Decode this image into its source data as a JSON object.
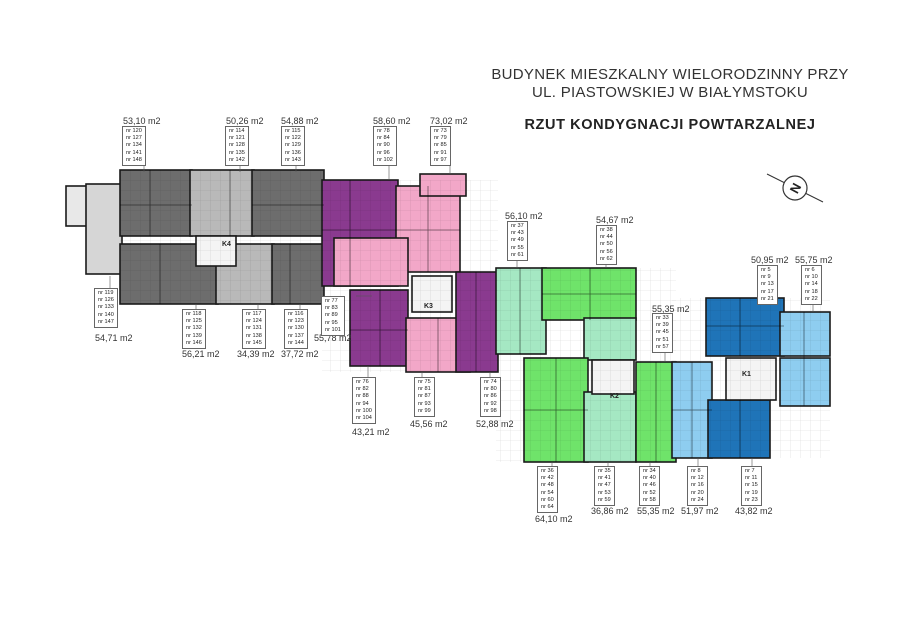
{
  "title": {
    "line1": "BUDYNEK MIESZKALNY WIELORODZINNY PRZY",
    "line2": "UL. PIASTOWSKIEJ W BIAŁYMSTOKU",
    "line3": "RZUT KONDYGNACJI POWTARZALNEJ"
  },
  "compass": {
    "label": "N",
    "icon": "north-arrow-icon"
  },
  "staircases": [
    "K1",
    "K2",
    "K3",
    "K4"
  ],
  "colors": {
    "wing_grey_dark": "#6d6d6d",
    "wing_grey_light": "#b5b5b5",
    "wing_purple": "#8a3a8f",
    "wing_pink": "#f2a7c8",
    "wing_green": "#6fe36a",
    "wing_mint": "#a5e8c3",
    "wing_blue_dark": "#1f74b8",
    "wing_blue_light": "#8ecdf0"
  },
  "areas": {
    "a01": "53,10 m2",
    "a02": "50,26 m2",
    "a03": "54,88 m2",
    "a04": "58,60 m2",
    "a05": "73,02 m2",
    "a06": "56,10 m2",
    "a07": "54,67 m2",
    "a08": "50,95 m2",
    "a09": "55,75 m2",
    "a10": "55,35 m2",
    "a11": "54,71 m2",
    "a12": "56,21 m2",
    "a13": "34,39 m2",
    "a14": "37,72 m2",
    "a15": "55,78 m2",
    "a16": "43,21 m2",
    "a17": "45,56 m2",
    "a18": "52,88 m2",
    "a19": "64,10 m2",
    "a20": "36,86 m2",
    "a21": "55,35 m2",
    "a22": "51,97 m2",
    "a23": "43,82 m2"
  },
  "unit_lists": {
    "u01": [
      "nr 120",
      "nr 127",
      "nr 134",
      "nr 141",
      "nr 148"
    ],
    "u02": [
      "nr 114",
      "nr 121",
      "nr 128",
      "nr 135",
      "nr 142"
    ],
    "u03": [
      "nr 115",
      "nr 122",
      "nr 129",
      "nr 136",
      "nr 143"
    ],
    "u04": [
      "nr 78",
      "nr 84",
      "nr 90",
      "nr 96",
      "nr 102"
    ],
    "u05": [
      "nr 73",
      "nr 79",
      "nr 85",
      "nr 91",
      "nr 97"
    ],
    "u06": [
      "nr 37",
      "nr 43",
      "nr 49",
      "nr 55",
      "nr 61"
    ],
    "u07": [
      "nr 38",
      "nr 44",
      "nr 50",
      "nr 56",
      "nr 62"
    ],
    "u08": [
      "nr 5",
      "nr 9",
      "nr 13",
      "nr 17",
      "nr 21"
    ],
    "u09": [
      "nr 6",
      "nr 10",
      "nr 14",
      "nr 18",
      "nr 22"
    ],
    "u10": [
      "nr 33",
      "nr 39",
      "nr 45",
      "nr 51",
      "nr 57"
    ],
    "u11": [
      "nr 119",
      "nr 126",
      "nr 133",
      "nr 140",
      "nr 147"
    ],
    "u12": [
      "nr 118",
      "nr 125",
      "nr 132",
      "nr 139",
      "nr 146"
    ],
    "u13": [
      "nr 117",
      "nr 124",
      "nr 131",
      "nr 138",
      "nr 145"
    ],
    "u14": [
      "nr 116",
      "nr 123",
      "nr 130",
      "nr 137",
      "nr 144"
    ],
    "u15": [
      "nr 77",
      "nr 83",
      "nr 89",
      "nr 95",
      "nr 101"
    ],
    "u16": [
      "nr 76",
      "nr 82",
      "nr 88",
      "nr 94",
      "nr 100",
      "nr 104"
    ],
    "u17": [
      "nr 75",
      "nr 81",
      "nr 87",
      "nr 93",
      "nr 99"
    ],
    "u18": [
      "nr 74",
      "nr 80",
      "nr 86",
      "nr 92",
      "nr 98"
    ],
    "u19": [
      "nr 36",
      "nr 42",
      "nr 48",
      "nr 54",
      "nr 60",
      "nr 64"
    ],
    "u20": [
      "nr 35",
      "nr 41",
      "nr 47",
      "nr 53",
      "nr 59"
    ],
    "u21": [
      "nr 34",
      "nr 40",
      "nr 46",
      "nr 52",
      "nr 58"
    ],
    "u22": [
      "nr 8",
      "nr 12",
      "nr 16",
      "nr 20",
      "nr 24"
    ],
    "u23": [
      "nr 7",
      "nr 11",
      "nr 15",
      "nr 19",
      "nr 23"
    ]
  }
}
